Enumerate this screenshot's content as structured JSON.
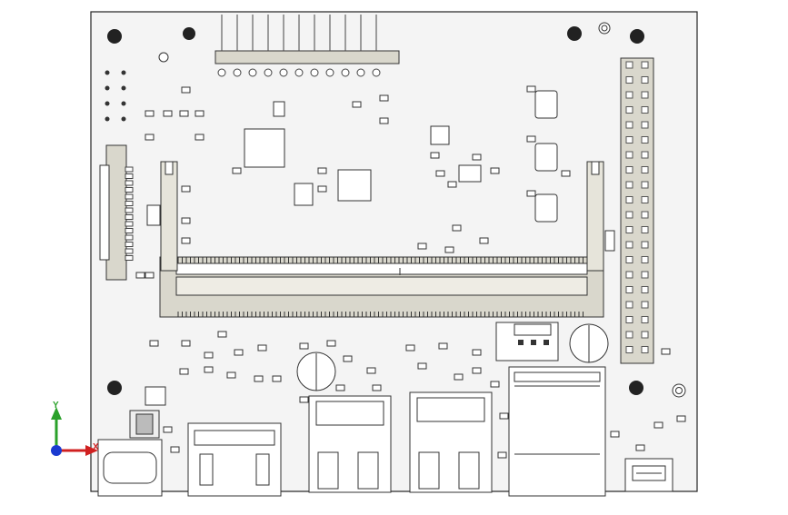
{
  "viewport": {
    "background": "#ffffff",
    "board_color": "#f4f4f4",
    "board_stroke": "#222222",
    "component_fill": "#ffffff",
    "connector_fill": "#d9d7cc",
    "hole_color": "#222222",
    "pin_color": "#555555"
  },
  "triad": {
    "y_label": "Y",
    "x_label": "X",
    "y_color": "#2aa12a",
    "x_color": "#d02020",
    "origin_color": "#1a3ad0"
  },
  "components": {
    "pin_header_top_count": 11,
    "gpio_header_rows": 20,
    "gpio_header_cols": 2,
    "usb_ports": 2,
    "rj45": 1,
    "hdmi": 1,
    "usbc": 1,
    "micro_usb": 1,
    "so_dimm": 1
  }
}
